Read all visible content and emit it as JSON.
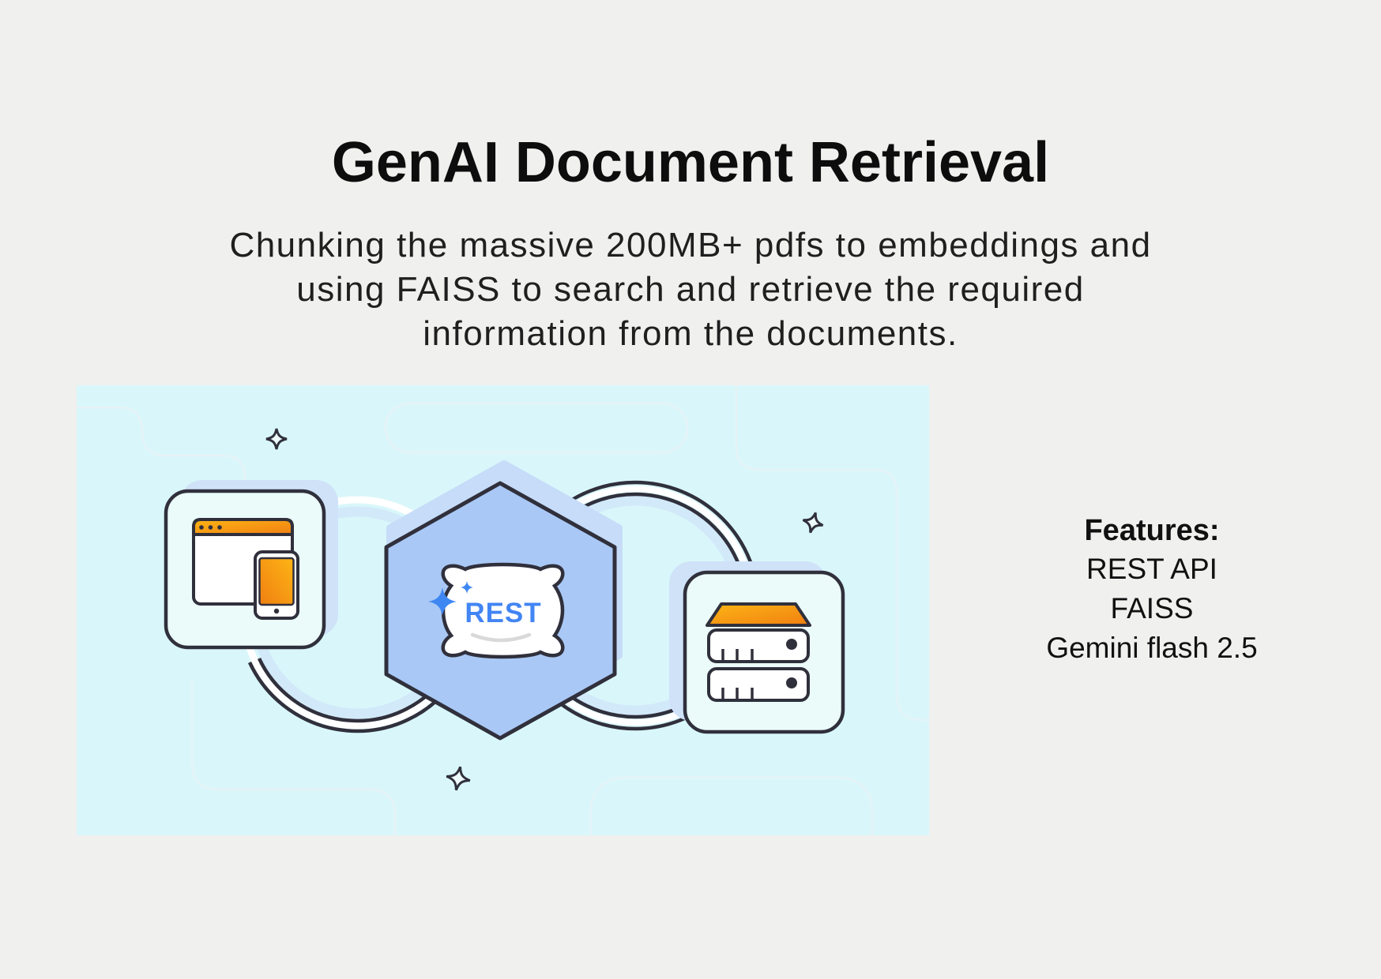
{
  "page": {
    "background": "#f0f0ef"
  },
  "header": {
    "title": "GenAI Document Retrieval",
    "subtitle_lines": [
      "Chunking the massive 200MB+ pdfs to embeddings and",
      "using FAISS to search and retrieve the required",
      "information from the documents."
    ]
  },
  "features": {
    "heading": "Features:",
    "items": [
      "REST API",
      "FAISS",
      "Gemini flash 2.5"
    ]
  },
  "illustration": {
    "rest_label": "REST",
    "colors": {
      "background": "#d9f7fa",
      "deco_line": "#e4f3f7",
      "outline_dark": "#30303c",
      "shadow_blue": "#cfe2f8",
      "hexagon_blue": "#a9c8f5",
      "hexagon_shadow": "#c6dcf8",
      "card_fill": "#eafbf9",
      "white": "#ffffff",
      "rest_blue": "#4285f4",
      "sparkle_blue": "#3e87f3",
      "orange_light": "#fdb515",
      "orange_deep": "#f07f12",
      "smile_gray": "#d9d9d9"
    }
  }
}
